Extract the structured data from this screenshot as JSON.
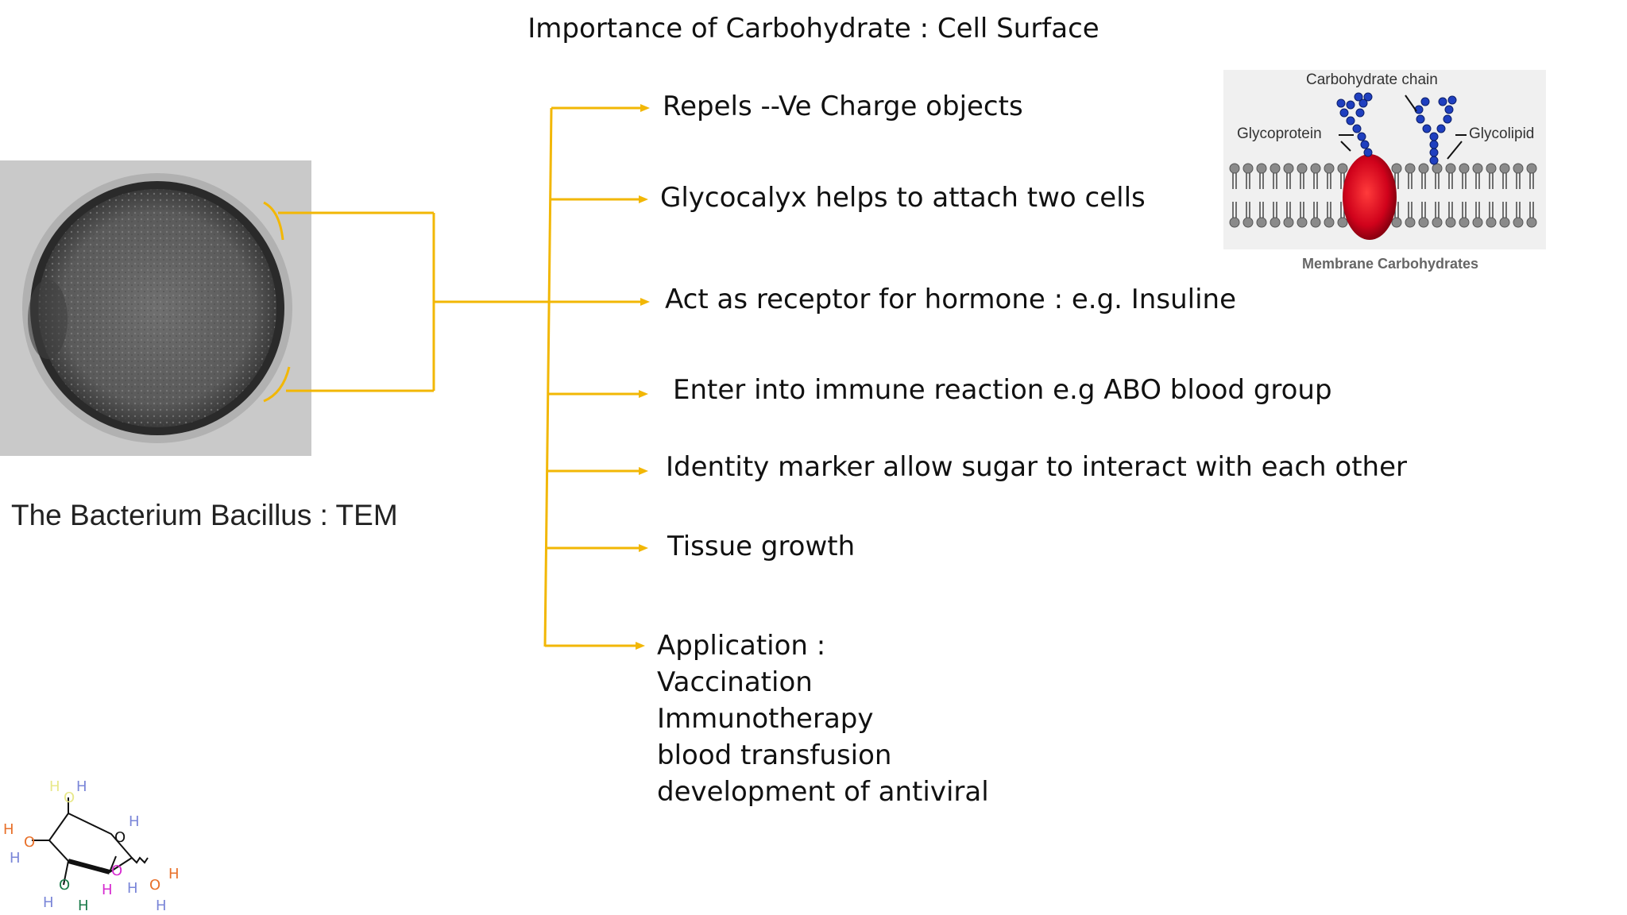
{
  "slide": {
    "title": "Importance of Carbohydrate : Cell Surface",
    "micrograph_caption": "The Bacterium Bacillus : TEM"
  },
  "points": [
    "Repels --Ve Charge objects",
    "Glycocalyx helps to attach two cells",
    "Act as receptor for hormone : e.g. Insuline",
    "Enter into immune reaction e.g ABO blood group",
    "Identity marker allow sugar to interact with each other",
    "Tissue growth"
  ],
  "application": {
    "heading": "Application :",
    "items": [
      "Vaccination",
      "Immunotherapy",
      "blood transfusion",
      "development of antiviral"
    ]
  },
  "membrane_figure": {
    "chain_label": "Carbohydrate chain",
    "glycoprotein_label": "Glycoprotein",
    "glycolipid_label": "Glycolipid",
    "caption": "Membrane Carbohydrates"
  },
  "glucose_structure": {
    "atoms": {
      "O": "O",
      "H": "H"
    }
  },
  "colors": {
    "connector": "#f2b705",
    "protein": "#d0021b",
    "sugar": "#1f3fbf",
    "lipid_head": "#8a8a8a"
  }
}
